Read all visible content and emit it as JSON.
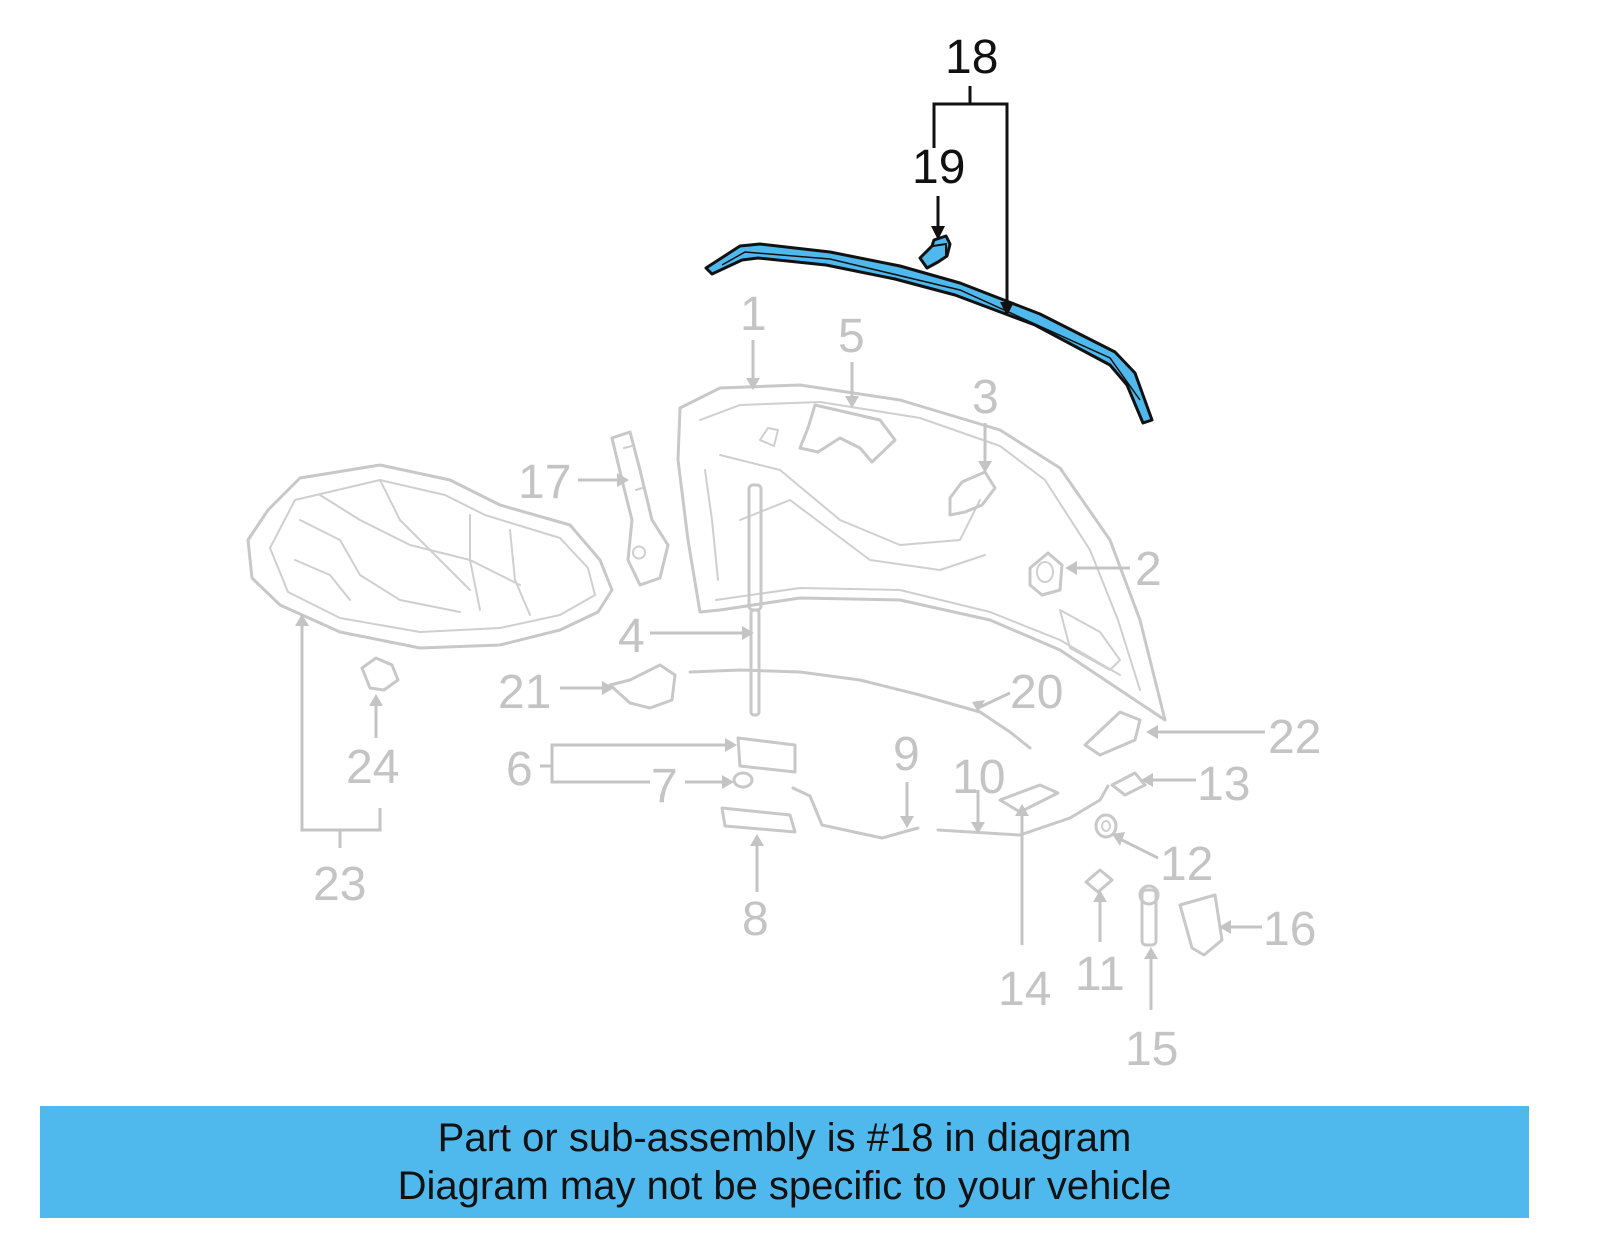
{
  "diagram": {
    "highlight_color": "#4fb9ee",
    "ghost_color": "#c8c8c8",
    "labels": {
      "n1": "1",
      "n2": "2",
      "n3": "3",
      "n4": "4",
      "n5": "5",
      "n6": "6",
      "n7": "7",
      "n8": "8",
      "n9": "9",
      "n10": "10",
      "n11": "11",
      "n12": "12",
      "n13": "13",
      "n14": "14",
      "n15": "15",
      "n16": "16",
      "n17": "17",
      "n18": "18",
      "n19": "19",
      "n20": "20",
      "n21": "21",
      "n22": "22",
      "n23": "23",
      "n24": "24"
    }
  },
  "banner": {
    "line1": "Part or sub-assembly is #18 in diagram",
    "line2": "Diagram may not be specific to your vehicle"
  }
}
